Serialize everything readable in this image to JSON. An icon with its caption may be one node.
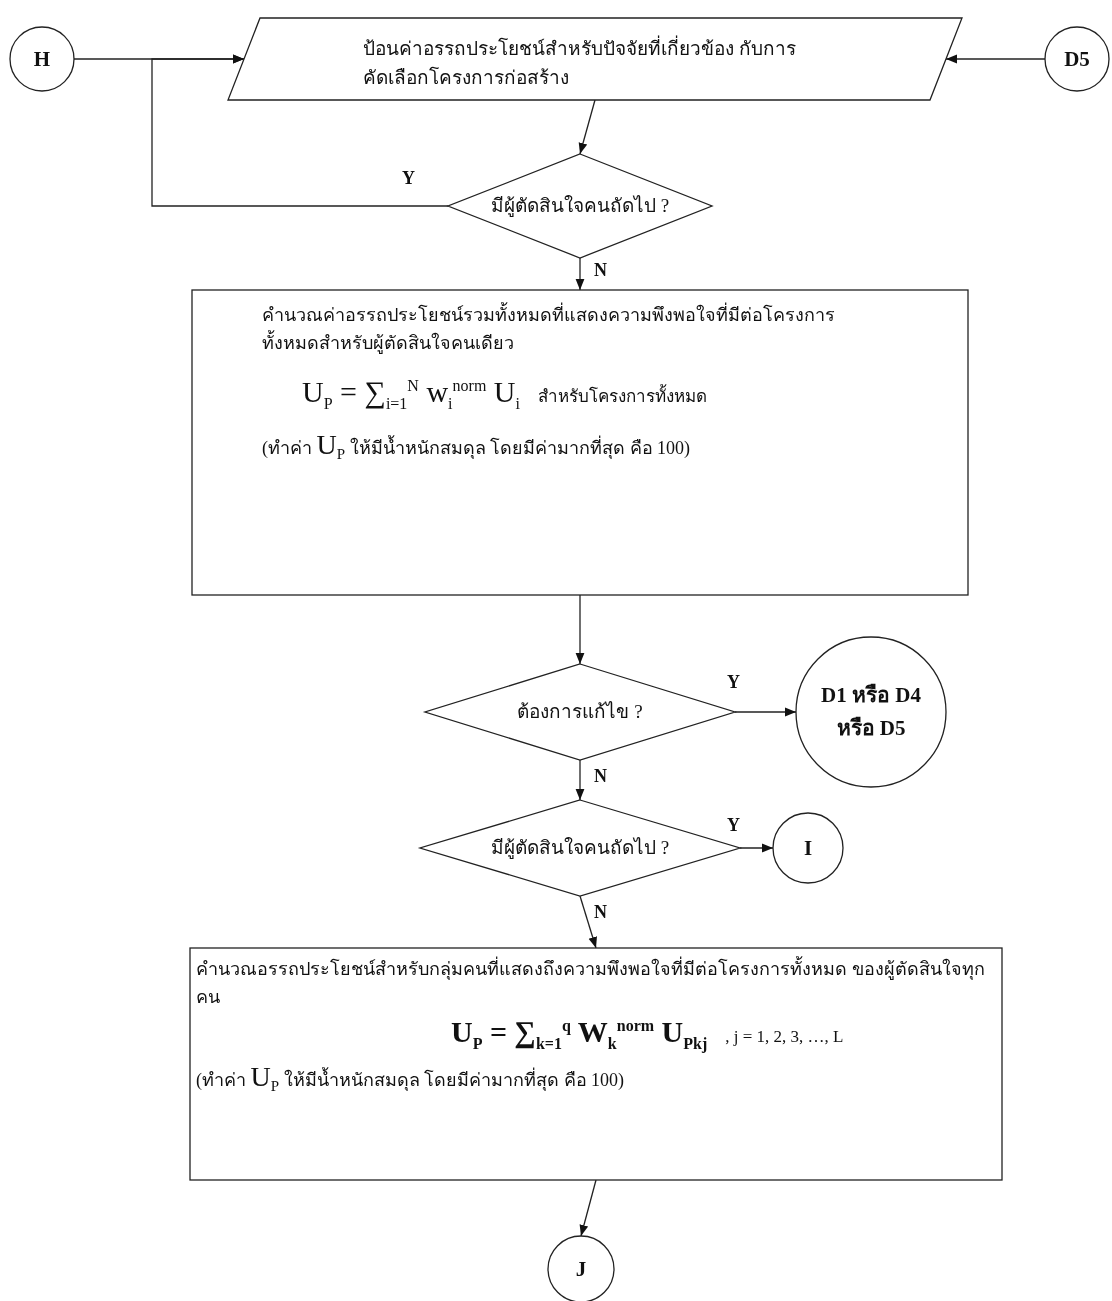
{
  "diagram": {
    "nodes": [
      {
        "text": [
          "H"
        ]
      },
      {
        "text": [
          "ป้อนค่าอรรถประโยชน์สำหรับปัจจัยที่เกี่ยวข้อง กับการคัดเลือกโครงการก่อสร้าง"
        ]
      },
      {
        "text": [
          "D5"
        ]
      },
      {
        "text": [
          "มีผู้ตัดสินใจคนถัดไป ?"
        ]
      },
      {
        "text": [
          "คำนวณค่าอรรถประโยชน์รวมทั้งหมดที่แสดงความพึงพอใจที่มีต่อโครงการ ทั้งหมดสำหรับผู้ตัดสินใจคนเดียว",
          "U$_{P}$ = ∑$_{i=1}$$^{N}$ w$_{i}$$^{norm}$ U$_{i}$",
          "สำหรับโครงการทั้งหมด",
          "(ทำค่า U$_{P}$ ให้มีน้ำหนักสมดุล โดยมีค่ามากที่สุด คือ 100)"
        ]
      },
      {
        "text": [
          "ต้องการแก้ไข ?"
        ]
      },
      {
        "text": [
          "D1 หรือ D4 หรือ D5"
        ]
      },
      {
        "text": [
          "มีผู้ตัดสินใจคนถัดไป ?"
        ]
      },
      {
        "text": [
          "I"
        ]
      },
      {
        "text": [
          "คำนวณอรรถประโยชน์สำหรับกลุ่มคนที่แสดงถึงความพึงพอใจที่มีต่อโครงการทั้งหมด ของผู้ตัดสินใจทุกคน",
          "U$_{P}$ = ∑$_{k=1}$$^{q}$ W$_{k}$$^{norm}$ U$_{Pkj}$",
          ", j = 1, 2, 3, …, L",
          "(ทำค่า U$_{P}$ ให้มีน้ำหนักสมดุล โดยมีค่ามากที่สุด คือ 100)"
        ]
      },
      {
        "text": [
          "J"
        ]
      }
    ],
    "edges": [
      {
        "from": 0,
        "to": 1,
        "arrow": "to"
      },
      {
        "from": 2,
        "to": 1,
        "arrow": "to"
      },
      {
        "from": 1,
        "to": 3,
        "arrow": "to"
      },
      {
        "from": 3,
        "to": 1,
        "arrow": "to",
        "label": "Y"
      },
      {
        "from": 3,
        "to": 4,
        "arrow": "to",
        "label": "N"
      },
      {
        "from": 4,
        "to": 5,
        "arrow": "to"
      },
      {
        "from": 5,
        "to": 6,
        "arrow": "to",
        "label": "Y"
      },
      {
        "from": 5,
        "to": 7,
        "arrow": "to",
        "label": "N"
      },
      {
        "from": 7,
        "to": 8,
        "arrow": "to",
        "label": "Y"
      },
      {
        "from": 7,
        "to": 9,
        "arrow": "to",
        "label": "N"
      },
      {
        "from": 9,
        "to": 10,
        "arrow": "to"
      }
    ]
  }
}
